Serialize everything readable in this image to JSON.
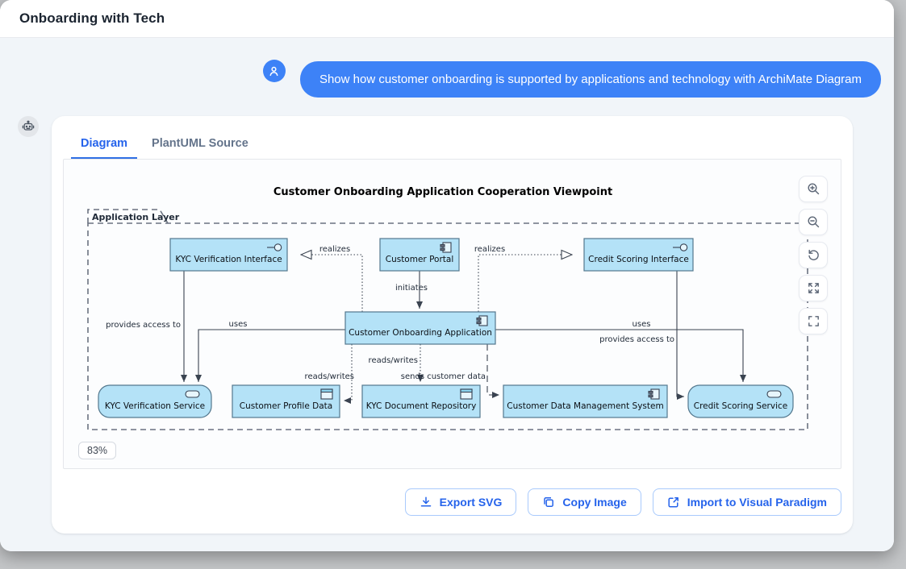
{
  "window": {
    "title": "Onboarding with Tech"
  },
  "chat": {
    "user_message": "Show how customer onboarding is supported by applications and technology with ArchiMate Diagram",
    "user_avatar_icon": "person-icon",
    "assistant_avatar_icon": "robot-icon"
  },
  "tabs": [
    {
      "label": "Diagram",
      "active": true
    },
    {
      "label": "PlantUML Source",
      "active": false
    }
  ],
  "viewer": {
    "zoom_level": "83%",
    "controls": [
      "zoom-in",
      "zoom-out",
      "reset",
      "expand",
      "fullscreen"
    ]
  },
  "actions": [
    {
      "label": "Export SVG",
      "icon": "download-icon"
    },
    {
      "label": "Copy Image",
      "icon": "copy-icon"
    },
    {
      "label": "Import to Visual Paradigm",
      "icon": "external-link-icon"
    }
  ],
  "diagram": {
    "title": "Customer Onboarding Application Cooperation Viewpoint",
    "group_label": "Application Layer",
    "nodes": [
      {
        "id": "kyc-verification-interface",
        "label": "KYC Verification Interface",
        "type": "application-interface"
      },
      {
        "id": "customer-portal",
        "label": "Customer Portal",
        "type": "application-component"
      },
      {
        "id": "credit-scoring-interface",
        "label": "Credit Scoring Interface",
        "type": "application-interface"
      },
      {
        "id": "customer-onboarding-application",
        "label": "Customer Onboarding Application",
        "type": "application-component"
      },
      {
        "id": "kyc-verification-service",
        "label": "KYC Verification Service",
        "type": "application-service"
      },
      {
        "id": "customer-profile-data",
        "label": "Customer Profile Data",
        "type": "data-object"
      },
      {
        "id": "kyc-document-repository",
        "label": "KYC Document Repository",
        "type": "data-object"
      },
      {
        "id": "customer-data-management-system",
        "label": "Customer Data Management System",
        "type": "application-component"
      },
      {
        "id": "credit-scoring-service",
        "label": "Credit Scoring Service",
        "type": "application-service"
      }
    ],
    "edges": [
      {
        "from": "customer-onboarding-application",
        "to": "kyc-verification-interface",
        "label": "realizes",
        "style": "dotted-hollow-triangle"
      },
      {
        "from": "customer-portal",
        "to": "customer-onboarding-application",
        "label": "initiates",
        "style": "solid-arrow"
      },
      {
        "from": "customer-onboarding-application",
        "to": "credit-scoring-interface",
        "label": "realizes",
        "style": "dotted-hollow-triangle"
      },
      {
        "from": "kyc-verification-interface",
        "to": "kyc-verification-service",
        "label": "provides access to",
        "style": "solid-arrow"
      },
      {
        "from": "customer-onboarding-application",
        "to": "kyc-verification-service",
        "label": "uses",
        "style": "solid-arrow"
      },
      {
        "from": "customer-onboarding-application",
        "to": "customer-profile-data",
        "label": "reads/writes",
        "style": "dotted-arrow"
      },
      {
        "from": "customer-onboarding-application",
        "to": "kyc-document-repository",
        "label": "reads/writes",
        "style": "dotted-arrow"
      },
      {
        "from": "customer-onboarding-application",
        "to": "customer-data-management-system",
        "label": "sends customer data",
        "style": "dashed-arrow"
      },
      {
        "from": "customer-onboarding-application",
        "to": "credit-scoring-service",
        "label": "uses",
        "style": "solid-arrow"
      },
      {
        "from": "credit-scoring-interface",
        "to": "credit-scoring-service",
        "label": "provides access to",
        "style": "solid-arrow"
      }
    ]
  },
  "colors": {
    "accent": "#2563eb",
    "bubble_blue": "#3d82f7",
    "node_fill": "#b4e2f7",
    "node_border": "#54788e",
    "edge_line": "#3a4350",
    "content_background": "#f1f5f9"
  }
}
